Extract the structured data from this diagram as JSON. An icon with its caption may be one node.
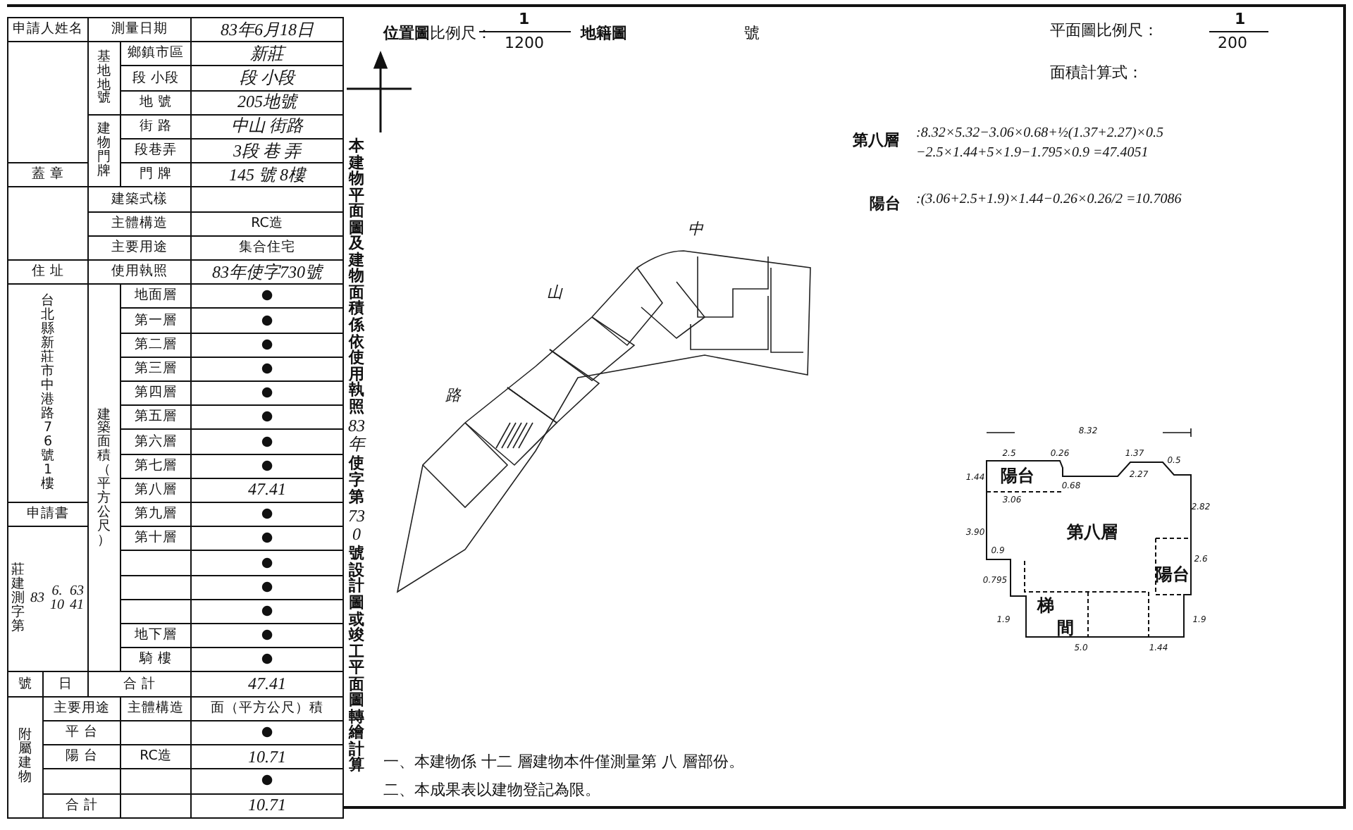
{
  "diagram": {
    "labels": [
      "申請人姓名",
      "測量日期",
      "83年6月18日",
      "基地地號",
      "鄉鎮市區",
      "新莊",
      "段 小段",
      "段 小段",
      "地 號",
      "205地號",
      "建物門牌",
      "街 路",
      "中山 街路",
      "段巷弄",
      "3段 巷 弄",
      "蓋 章",
      "門 牌",
      "145 號 8樓",
      "建築式樣",
      "主體構造",
      "RC造",
      "主要用途",
      "集合住宅",
      "住 址",
      "使用執照",
      "83年使字730號",
      "台北縣新莊市中港路76號1樓",
      "建築面積（平方公尺）",
      "地面層",
      "●",
      "第一層",
      "●",
      "第二層",
      "●",
      "第三層",
      "●",
      "第四層",
      "●",
      "第五層",
      "●",
      "第六層",
      "●",
      "第七層",
      "●",
      "第八層",
      "47.41",
      "申請書",
      "第九層",
      "●",
      "莊建測字第",
      "83",
      "6.10",
      "6341",
      "第十層",
      "●",
      "●",
      "●",
      "●",
      "地下層",
      "●",
      "騎 樓",
      "●",
      "號",
      "日",
      "合 計",
      "47.41",
      "附屬建物",
      "主要用途",
      "主體構造",
      "面（平方公尺）積",
      "平 台",
      "●",
      "陽 台",
      "RC造",
      "10.71",
      "●",
      "合 計",
      "10.71",
      "位置圖",
      "比例尺：",
      "1",
      "1200",
      "地籍圖",
      "號",
      "本建物平面圖及建物面積係依使用執照",
      "83年",
      "使字第",
      "730",
      "號設計圖或竣工平面圖轉繪計算",
      "中",
      "山",
      "路",
      "平面圖比例尺：",
      "1",
      "200",
      "面積計算式：",
      "第八層",
      ":8.32×5.32−3.06×0.68+½(1.37+2.27)×0.5 −2.5×1.44+5×1.9−1.795×0.9 =47.4051",
      "陽台",
      ":(3.06+2.5+1.9)×1.44−0.26×0.26/2 =10.7086",
      "8.32",
      "2.5",
      "0.26",
      "1.37",
      "0.5",
      "1.44",
      "陽台",
      "0.68",
      "2.27",
      "3.06",
      "2.82",
      "3.90",
      "第八層",
      "0.9",
      "2.6",
      "0.795",
      "陽台",
      "梯",
      "1.9",
      "間",
      "1.9",
      "5.0",
      "1.44",
      "一、本建物係 十二 層建物本件僅測量第 八 層部份。",
      "二、本成果表以建物登記為限。"
    ]
  }
}
